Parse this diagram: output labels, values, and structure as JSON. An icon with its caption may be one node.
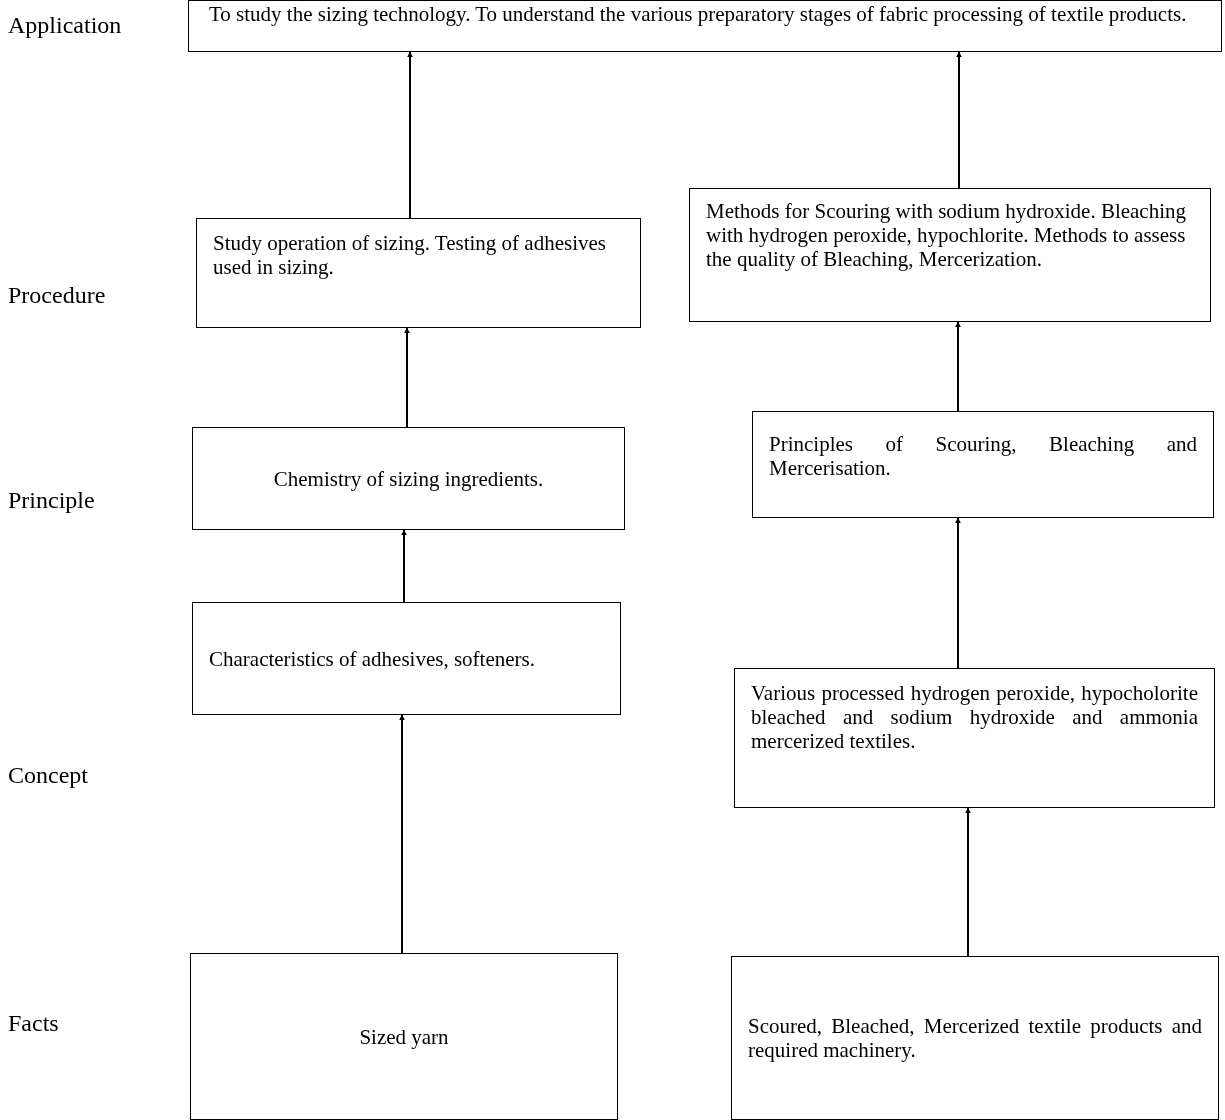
{
  "diagram": {
    "nodes": [
      {
        "text": [
          "To study the sizing technology. To understand the various preparatory stages of fabric processing of textile products."
        ]
      },
      {
        "text": [
          "Study operation of sizing. Testing of adhesives used in sizing."
        ]
      },
      {
        "text": [
          "Methods for Scouring with sodium hydroxide. Bleaching with hydrogen peroxide, hypochlorite. Methods to assess the quality of Bleaching, Mercerization."
        ]
      },
      {
        "text": [
          "Chemistry of sizing ingredients."
        ]
      },
      {
        "text": [
          "Principles of Scouring, Bleaching and Mercerisation."
        ]
      },
      {
        "text": [
          "Characteristics of adhesives, softeners."
        ]
      },
      {
        "text": [
          "Various processed hydrogen peroxide, hypocholorite bleached and sodium hydroxide and ammonia mercerized textiles."
        ]
      },
      {
        "text": [
          "Sized yarn"
        ]
      },
      {
        "text": [
          "Scoured, Bleached, Mercerized textile products and required machinery."
        ]
      }
    ],
    "edges": [
      {
        "from": 7,
        "to": 5,
        "arrow": "to"
      },
      {
        "from": 5,
        "to": 3,
        "arrow": "to"
      },
      {
        "from": 3,
        "to": 1,
        "arrow": "to"
      },
      {
        "from": 1,
        "to": 0,
        "arrow": "to"
      },
      {
        "from": 8,
        "to": 6,
        "arrow": "to"
      },
      {
        "from": 6,
        "to": 4,
        "arrow": "to"
      },
      {
        "from": 4,
        "to": 2,
        "arrow": "to"
      },
      {
        "from": 2,
        "to": 0,
        "arrow": "to"
      }
    ],
    "labels": [
      "Application",
      "Procedure",
      "Principle",
      "Concept",
      "Facts"
    ]
  }
}
